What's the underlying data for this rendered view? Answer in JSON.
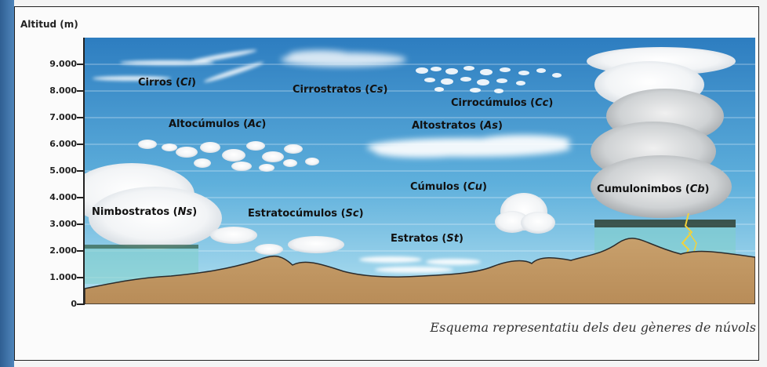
{
  "axis": {
    "title": "Altitud (m)",
    "ticks": [
      "9.000",
      "8.000",
      "7.000",
      "6.000",
      "5.000",
      "4.000",
      "3.000",
      "2.000",
      "1.000",
      "0"
    ]
  },
  "clouds": [
    {
      "name": "Cirros",
      "abbr": "Ci"
    },
    {
      "name": "Cirrostratos",
      "abbr": "Cs"
    },
    {
      "name": "Cirrocúmulos",
      "abbr": "Cc"
    },
    {
      "name": "Altocúmulos",
      "abbr": "Ac"
    },
    {
      "name": "Altostratos",
      "abbr": "As"
    },
    {
      "name": "Cúmulos",
      "abbr": "Cu"
    },
    {
      "name": "Cumulonimbos",
      "abbr": "Cb"
    },
    {
      "name": "Nimbostratos",
      "abbr": "Ns"
    },
    {
      "name": "Estratocúmulos",
      "abbr": "Sc"
    },
    {
      "name": "Estratos",
      "abbr": "St"
    }
  ],
  "caption": "Esquema representatiu dels deu gèneres de núvols",
  "colors": {
    "sky_top": "#2d7dc0",
    "sky_bottom": "#a9dcef",
    "ground": "#c49a66",
    "lightning": "#f2d23a"
  }
}
